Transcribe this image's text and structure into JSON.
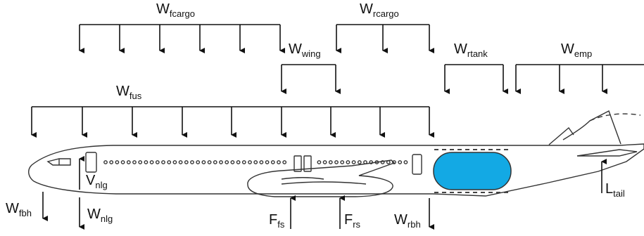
{
  "loads": {
    "fcargo": {
      "main": "W",
      "sub": "fcargo"
    },
    "rcargo": {
      "main": "W",
      "sub": "rcargo"
    },
    "wing": {
      "main": "W",
      "sub": "wing"
    },
    "rtank": {
      "main": "W",
      "sub": "rtank"
    },
    "emp": {
      "main": "W",
      "sub": "emp"
    },
    "fus": {
      "main": "W",
      "sub": "fus"
    },
    "fbh": {
      "main": "W",
      "sub": "fbh"
    },
    "rbh": {
      "main": "W",
      "sub": "rbh"
    },
    "nlg_up": {
      "main": "V",
      "sub": "nlg"
    },
    "nlg_down": {
      "main": "W",
      "sub": "nlg"
    },
    "fs": {
      "main": "F",
      "sub": "fs"
    },
    "rs": {
      "main": "F",
      "sub": "rs"
    },
    "tail": {
      "main": "L",
      "sub": "tail"
    }
  },
  "colors": {
    "tank_fill": "#13A9E4",
    "line": "#111111",
    "sketch": "#333333"
  }
}
